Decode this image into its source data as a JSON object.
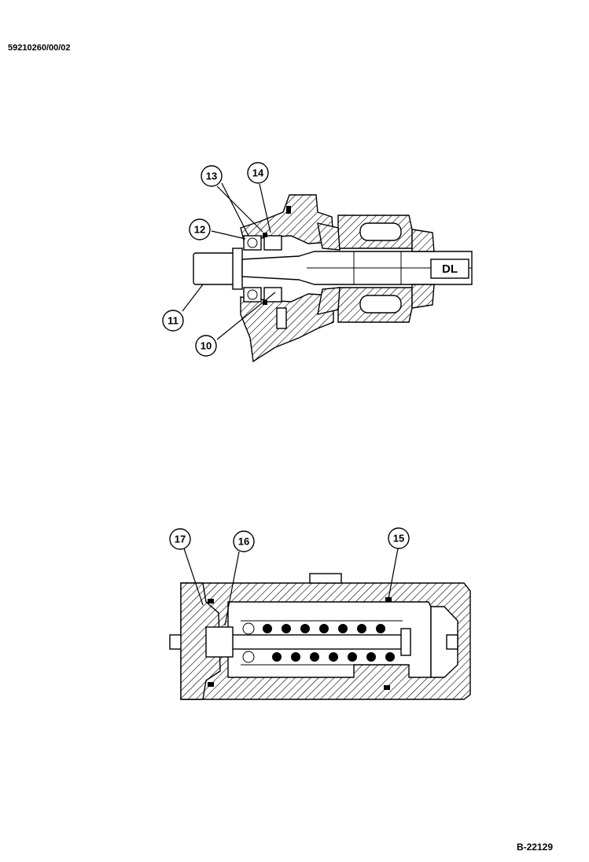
{
  "document_code": "59210260/00/02",
  "figure_code": "B-22129",
  "callouts": {
    "c10": "10",
    "c11": "11",
    "c12": "12",
    "c13": "13",
    "c14": "14",
    "c15": "15",
    "c16": "16",
    "c17": "17"
  },
  "shaft_end_marker": "DL"
}
